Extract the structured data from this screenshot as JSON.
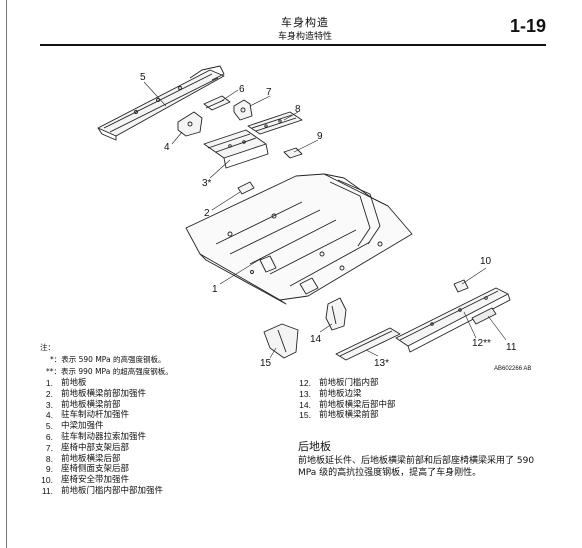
{
  "header": {
    "title": "车身构造",
    "subtitle": "车身构造特性",
    "page_number": "1-19"
  },
  "diagram": {
    "callouts": [
      "5",
      "6",
      "7",
      "8",
      "9",
      "4",
      "3*",
      "2",
      "1",
      "10",
      "14",
      "15",
      "13*",
      "12**",
      "11"
    ],
    "image_code": "AB602266 AB"
  },
  "notes": {
    "heading": "注：",
    "line1": "*：表示 590 MPa 的高强度钢板。",
    "line2": "**：表示 990 MPa 的超高强度钢板。"
  },
  "parts_left": [
    {
      "num": "1.",
      "name": "前地板"
    },
    {
      "num": "2.",
      "name": "前地板横梁前部加强件"
    },
    {
      "num": "3.",
      "name": "前地板横梁前部"
    },
    {
      "num": "4.",
      "name": "驻车制动杆加强件"
    },
    {
      "num": "5.",
      "name": "中梁加强件"
    },
    {
      "num": "6.",
      "name": "驻车制动器拉索加强件"
    },
    {
      "num": "7.",
      "name": "座椅中部支架后部"
    },
    {
      "num": "8.",
      "name": "前地板横梁后部"
    },
    {
      "num": "9.",
      "name": "座椅侧面支架后部"
    },
    {
      "num": "10.",
      "name": "座椅安全带加强件"
    },
    {
      "num": "11.",
      "name": "前地板门槛内部中部加强件"
    }
  ],
  "parts_right": [
    {
      "num": "12.",
      "name": "前地板门槛内部"
    },
    {
      "num": "13.",
      "name": "前地板边梁"
    },
    {
      "num": "14.",
      "name": "前地板横梁后部中部"
    },
    {
      "num": "15.",
      "name": "前地板横梁前部"
    }
  ],
  "section": {
    "title": "后地板",
    "body": "前地板延长件、后地板横梁前部和后部座椅横梁采用了 590 MPa 级的高抗拉强度钢板，提高了车身刚性。"
  }
}
